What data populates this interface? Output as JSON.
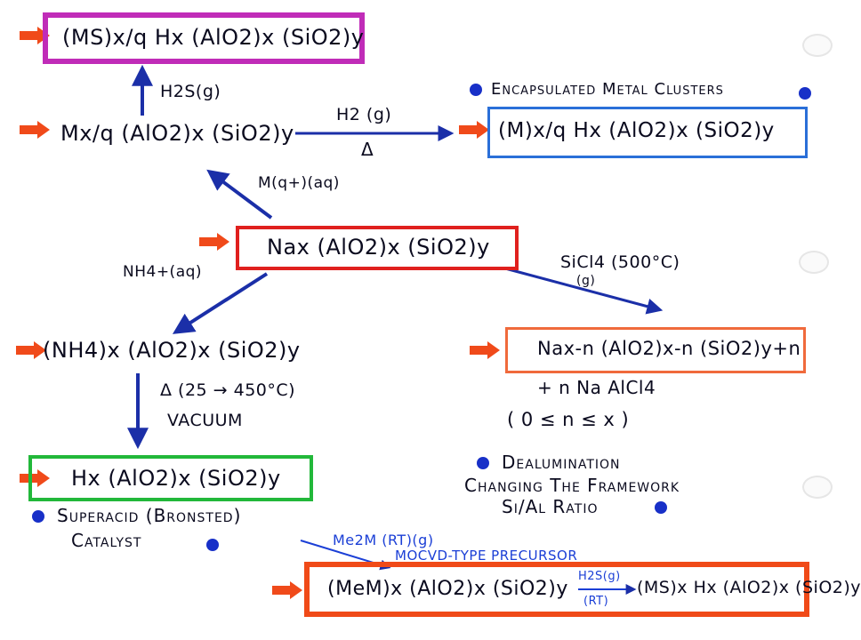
{
  "compounds": {
    "ms_zeolite": "(MS)x/q Hx (AlO2)x (SiO2)y",
    "m_zeolite": "Mx/q (AlO2)x (SiO2)y",
    "metal_cluster": "(M)x/q Hx (AlO2)x (SiO2)y",
    "na_zeolite": "Nax (AlO2)x (SiO2)y",
    "nh4_zeolite": "(NH4)x (AlO2)x (SiO2)y",
    "dealuminated": "Nax-n (AlO2)x-n (SiO2)y+n",
    "dealuminated_byproduct": "+ n Na AlCl4",
    "dealuminated_range": "( 0 ≤ n ≤ x )",
    "h_zeolite": "Hx (AlO2)x (SiO2)y",
    "meM_zeolite": "(MeM)x (AlO2)x (SiO2)y",
    "meM_product": "(MS)x Hx (AlO2)x (SiO2)y"
  },
  "reagents": {
    "h2s": "H2S(g)",
    "h2": "H2 (g)",
    "heat": "Δ",
    "mq": "M(q+)(aq)",
    "nh4": "NH4+(aq)",
    "sicl4": "SiCl4 (500°C)",
    "sicl4_phase": "(g)",
    "calcination": "Δ (25 → 450°C)",
    "vacuum": "VACUUM",
    "me2m": "Me2M (RT)(g)",
    "mocvd": "MOCVD-TYPE PRECURSOR",
    "h2s_rt": "H2S(g)",
    "rt": "(RT)"
  },
  "notes": {
    "encapsulated": "Encapsulated Metal Clusters",
    "dealumination_1": "Dealumination",
    "dealumination_2": "Changing The Framework",
    "dealumination_3": "Si/Al Ratio",
    "superacid_1": "Superacid (Bronsted)",
    "superacid_2": "Catalyst"
  },
  "colors": {
    "magenta": "#c02cb8",
    "blue_box": "#2a6fd8",
    "red_box": "#e0201e",
    "orange_box": "#f06a3c",
    "green_box": "#22b83a",
    "orange_thick": "#f04a18",
    "arrow_blue": "#1b2fa8",
    "marker_red": "#f04a1a",
    "dot_blue": "#1830c8"
  }
}
